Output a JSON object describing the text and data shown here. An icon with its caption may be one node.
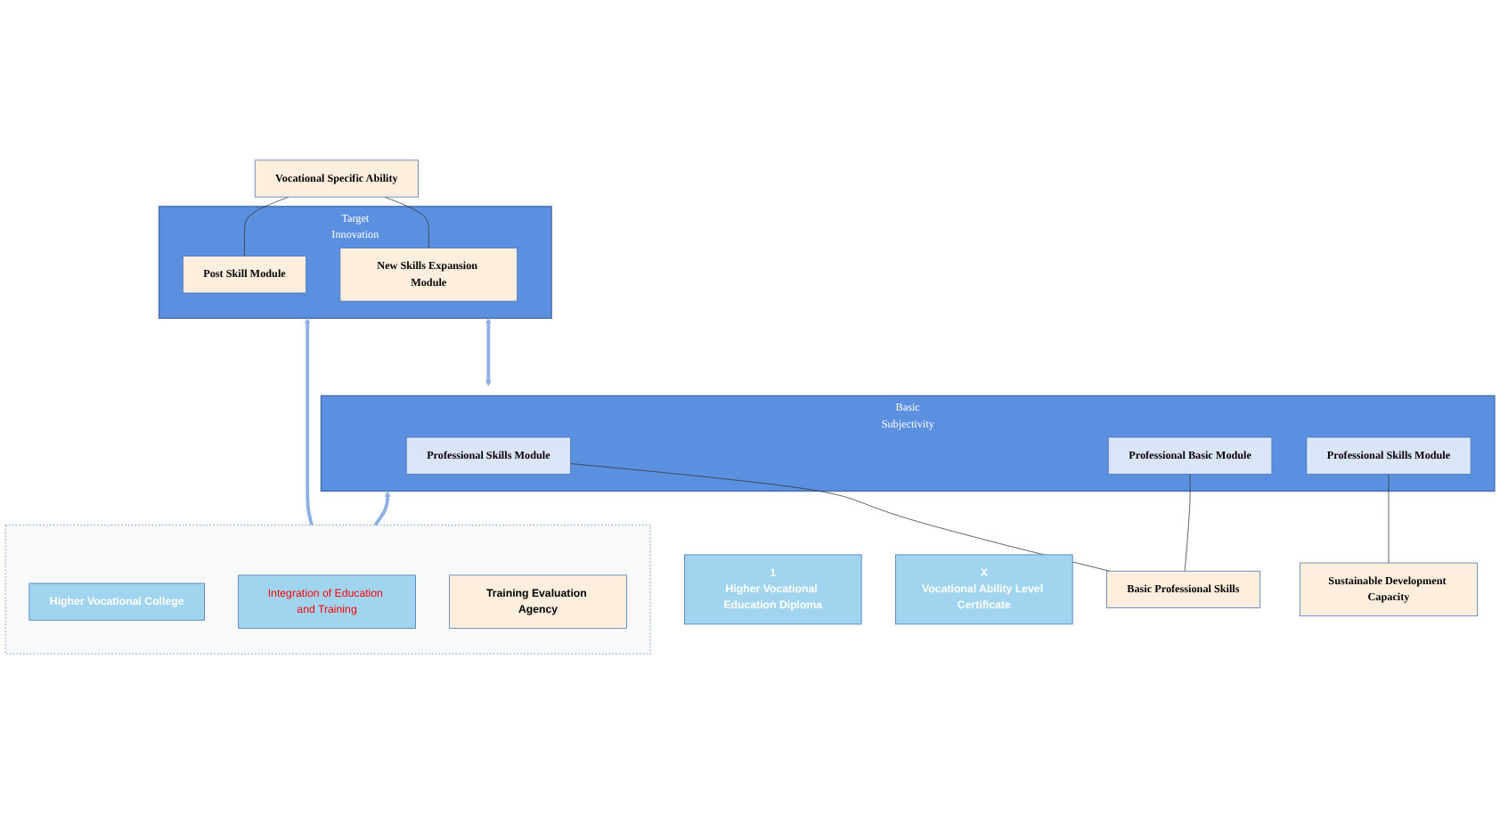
{
  "diagram": {
    "nodes": [
      {
        "text": [
          "1",
          "Higher Vocational Education Diploma"
        ]
      },
      {
        "text": [
          "X",
          "Vocational Ability Level Certificate"
        ]
      },
      {
        "text": [
          "Basic",
          "Subjectivity"
        ]
      },
      {
        "text": [
          "Professional Skills Module"
        ],
        "in": 2
      },
      {
        "text": [
          "Professional Basic Module"
        ],
        "in": 2
      },
      {
        "text": [
          "Professional Skills Module"
        ],
        "in": 2
      },
      {
        "text": [
          "Target",
          "Innovation"
        ]
      },
      {
        "text": [
          "New Skills Expansion Module"
        ],
        "in": 6
      },
      {
        "text": [
          "Post Skill Module"
        ],
        "in": 6
      },
      {
        "text": [
          "Basic Professional Skills"
        ]
      },
      {
        "text": [
          "Sustainable Development Capacity"
        ]
      },
      {
        "text": [
          "Vocational Specific Ability"
        ]
      },
      {
        "text": [],
        "shape": "box"
      },
      {
        "text": [
          "Higher Vocational College"
        ],
        "in": 12
      },
      {
        "text": [
          "Integration of Education and Training"
        ],
        "in": 12
      },
      {
        "text": [
          "Training Evaluation Agency"
        ],
        "in": 12
      }
    ],
    "edges": [
      {
        "from": 9,
        "to": 3,
        "arrow": "none"
      },
      {
        "from": 9,
        "to": 4,
        "arrow": "none"
      },
      {
        "from": 10,
        "to": 5,
        "arrow": "none"
      },
      {
        "from": 2,
        "to": 6,
        "arrow": "both",
        "style": "thick",
        "color": "#8fb0e0"
      },
      {
        "from": 7,
        "to": 11,
        "arrow": "none"
      },
      {
        "from": 8,
        "to": 11,
        "arrow": "none"
      },
      {
        "from": 12,
        "to": 2,
        "arrow": "to",
        "style": "thick",
        "color": "#8fb0e0"
      },
      {
        "from": 12,
        "to": 6,
        "arrow": "to",
        "style": "thick",
        "color": "#8fb0e0"
      }
    ]
  }
}
